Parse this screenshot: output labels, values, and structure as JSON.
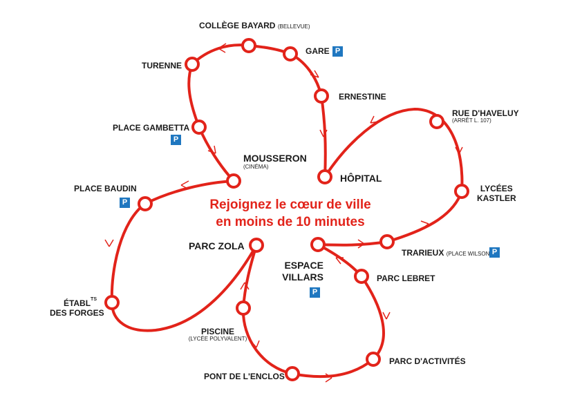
{
  "colors": {
    "route": "#e2231a",
    "parking": "#1f77c0",
    "text": "#1a1a1a"
  },
  "headline": {
    "line1": "Rejoignez le cœur de ville",
    "line2": "en moins de 10 minutes"
  },
  "parking_label": "P",
  "stops": {
    "college_bayard": {
      "name": "COLLÈGE BAYARD",
      "note": "(BELLEVUE)"
    },
    "gare": {
      "name": "GARE"
    },
    "turenne": {
      "name": "TURENNE"
    },
    "ernestine": {
      "name": "ERNESTINE"
    },
    "place_gambetta": {
      "name": "PLACE GAMBETTA"
    },
    "mousseron": {
      "name": "MOUSSERON",
      "note": "(CINÉMA)"
    },
    "hopital": {
      "name": "HÔPITAL"
    },
    "rue_haveluy": {
      "name": "RUE D'HAVELUY",
      "note": "(ARRÊT L. 107)"
    },
    "place_baudin": {
      "name": "PLACE BAUDIN"
    },
    "lycees_kastler": {
      "line1": "LYCÉES",
      "line2": "KASTLER"
    },
    "parc_zola": {
      "name": "PARC ZOLA"
    },
    "trarieux": {
      "name": "TRARIEUX",
      "note": "(PLACE WILSON)"
    },
    "espace_villars": {
      "line1": "ESPACE",
      "line2": "VILLARS"
    },
    "parc_lebret": {
      "name": "PARC LEBRET"
    },
    "etabl_forges": {
      "line1": "ÉTABL",
      "sup": "TS",
      "line2": "DES FORGES"
    },
    "piscine": {
      "name": "PISCINE",
      "note": "(LYCÉE POLYVALENT)"
    },
    "parc_activites": {
      "name": "PARC D'ACTIVITÉS"
    },
    "pont_enclos": {
      "name": "PONT DE L'ENCLOS"
    }
  }
}
